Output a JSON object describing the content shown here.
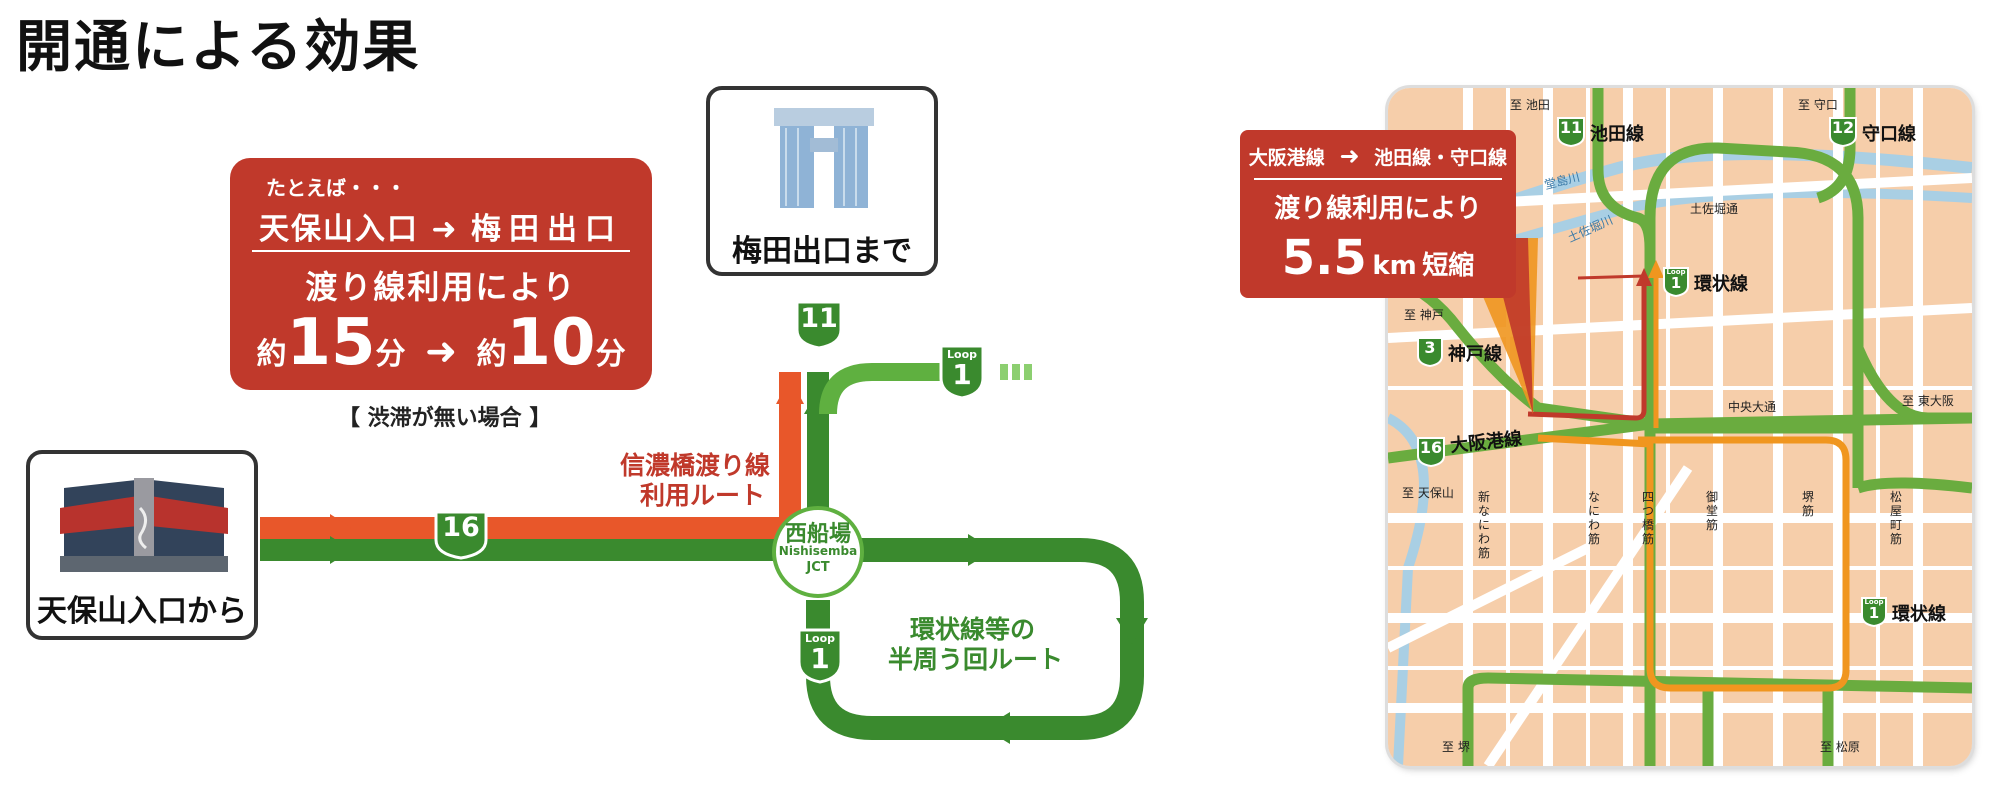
{
  "title": "開通による効果",
  "left_diagram": {
    "example_box": {
      "intro": "たとえば・・・",
      "route_from": "天保山入口",
      "route_to": "梅田出口",
      "via": "渡り線利用により",
      "time_prefix_1": "約",
      "time_value_1": "15",
      "time_unit_1": "分",
      "time_prefix_2": "約",
      "time_value_2": "10",
      "time_unit_2": "分",
      "colors": {
        "box": "#c0392b",
        "text": "#ffffff"
      }
    },
    "condition_note": "【 渋滞が無い場合 】",
    "start_label": "天保山入口から",
    "end_label": "梅田出口まで",
    "red_route_label_line1": "信濃橋渡り線",
    "red_route_label_line2": "利用ルート",
    "green_route_label_line1": "環状線等の",
    "green_route_label_line2": "半周う回ルート",
    "junction": {
      "name": "西船場",
      "romaji": "Nishisemba",
      "suffix": "JCT"
    },
    "shields": {
      "route16": "16",
      "route11": "11",
      "loop1": "1",
      "loop_word": "Loop"
    },
    "colors": {
      "red_route": "#e8572a",
      "green_route": "#3a8a2e",
      "light_green": "#5fb040",
      "label_red": "#c0392b",
      "label_green": "#3a8a2e"
    }
  },
  "right_map": {
    "summary_box": {
      "from_line": "大阪港線",
      "to_line": "池田線・守口線",
      "via": "渡り線利用により",
      "distance_value": "5.5",
      "distance_unit": "km",
      "distance_word": "短縮"
    },
    "route_labels": {
      "ikeda": "池田線",
      "moriguchi": "守口線",
      "kanjo_top": "環状線",
      "kobe": "神戸線",
      "osakako": "大阪港線",
      "kanjo_right": "環状線"
    },
    "shield_numbers": {
      "ikeda": "11",
      "moriguchi": "12",
      "kobe": "3",
      "osakako": "16",
      "loop": "1",
      "loop_word": "Loop"
    },
    "direction_labels": {
      "to_ikeda": "至 池田",
      "to_moriguchi": "至 守口",
      "to_kobe": "至 神戸",
      "to_higashiosaka": "至 東大阪",
      "to_tempozan": "至 天保山",
      "to_sakai": "至 堺",
      "to_matsubara": "至 松原"
    },
    "street_labels": {
      "dojimagawa": "堂島川",
      "tosaborigawa": "土佐堀川",
      "tosabori_dori": "土佐堀通",
      "chuo_odori": "中央大通",
      "shin_naniwa": "新なにわ筋",
      "naniwa": "なにわ筋",
      "yotsubashi": "四つ橋筋",
      "midosuji": "御堂筋",
      "sakaisuji": "堺筋",
      "matsuyamachi": "松屋町筋"
    },
    "colors": {
      "land": "#f6ceaa",
      "road": "#ffffff",
      "river": "#a9cfe4",
      "expressway": "#6aac3f",
      "detour": "#f0961f",
      "shortcut": "#c0392b"
    }
  }
}
